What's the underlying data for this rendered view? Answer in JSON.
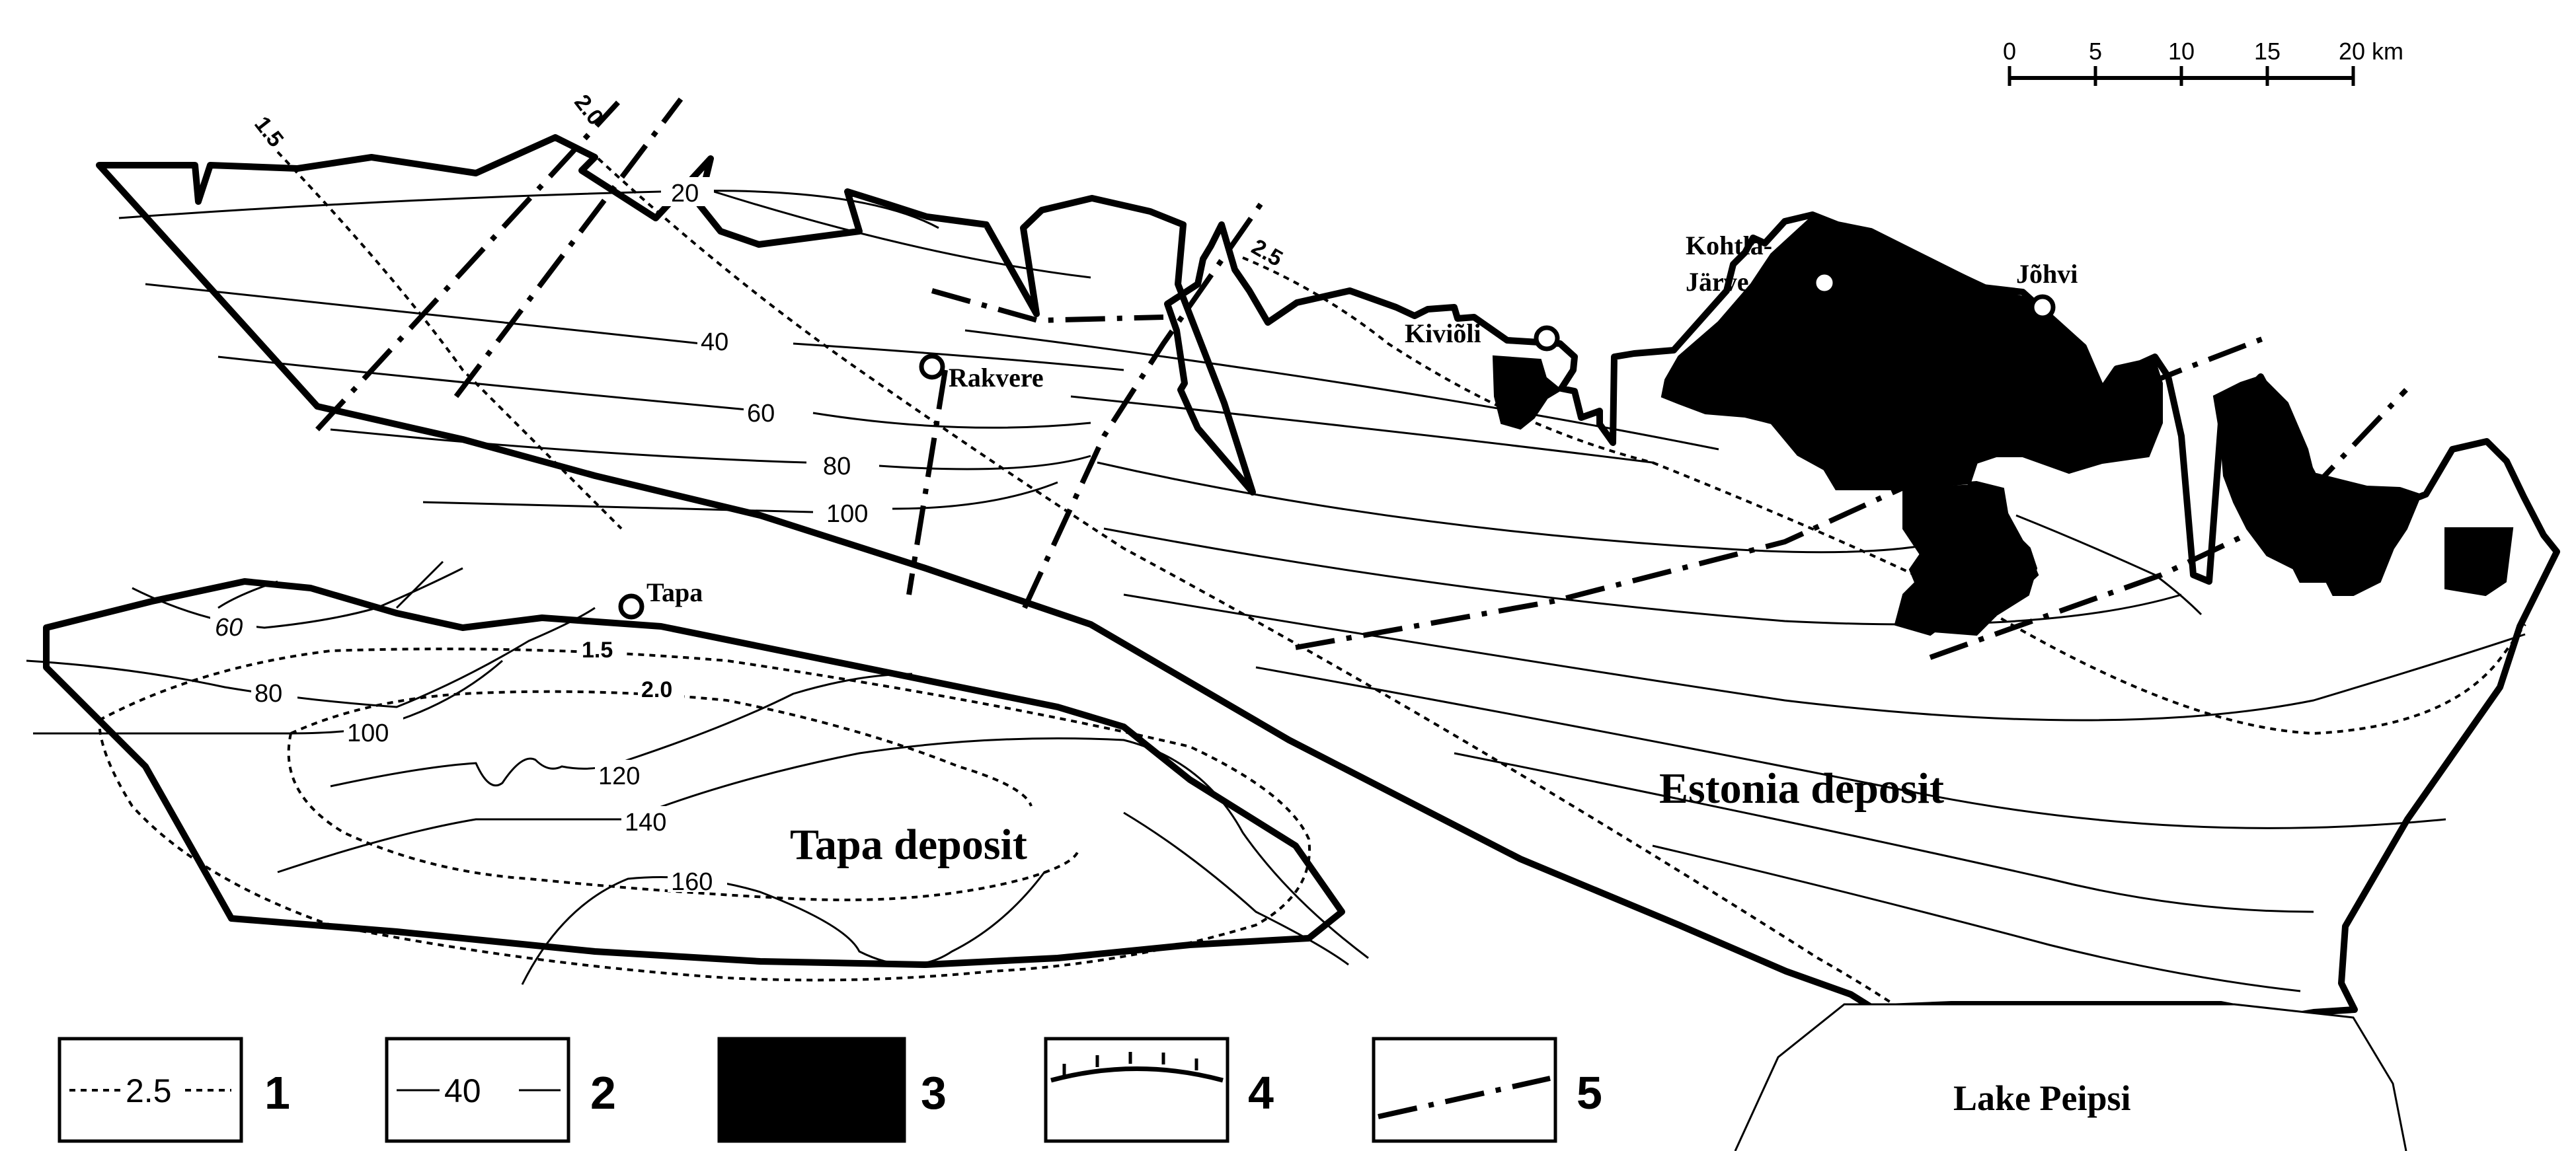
{
  "map": {
    "deposits": {
      "estonia": "Estonia deposit",
      "tapa": "Tapa deposit"
    },
    "lake": "Lake Peipsi",
    "towns": {
      "rakvere": "Rakvere",
      "tapa": "Tapa",
      "kivioli": "Kiviõli",
      "kohtla_line1": "Kohtla-",
      "kohtla_line2": "Järve",
      "johvi": "Jõhvi"
    },
    "contour_labels": {
      "c20": "20",
      "c40": "40",
      "c60": "60",
      "c80": "80",
      "c100": "100",
      "t60": "60",
      "t80": "80",
      "t100": "100",
      "t120": "120",
      "t140": "140",
      "t160": "160"
    },
    "calorific_labels": {
      "c15": "1.5",
      "c20": "2.0",
      "c25": "2.5",
      "t15": "1.5",
      "t20": "2.0"
    },
    "scale_bar": {
      "ticks": [
        "0",
        "5",
        "10",
        "15",
        "20"
      ],
      "unit": "km"
    }
  },
  "legend": {
    "items": [
      {
        "number": "1",
        "sample": "2.5"
      },
      {
        "number": "2",
        "sample": "40"
      },
      {
        "number": "3",
        "sample": ""
      },
      {
        "number": "4",
        "sample": ""
      },
      {
        "number": "5",
        "sample": ""
      }
    ]
  }
}
